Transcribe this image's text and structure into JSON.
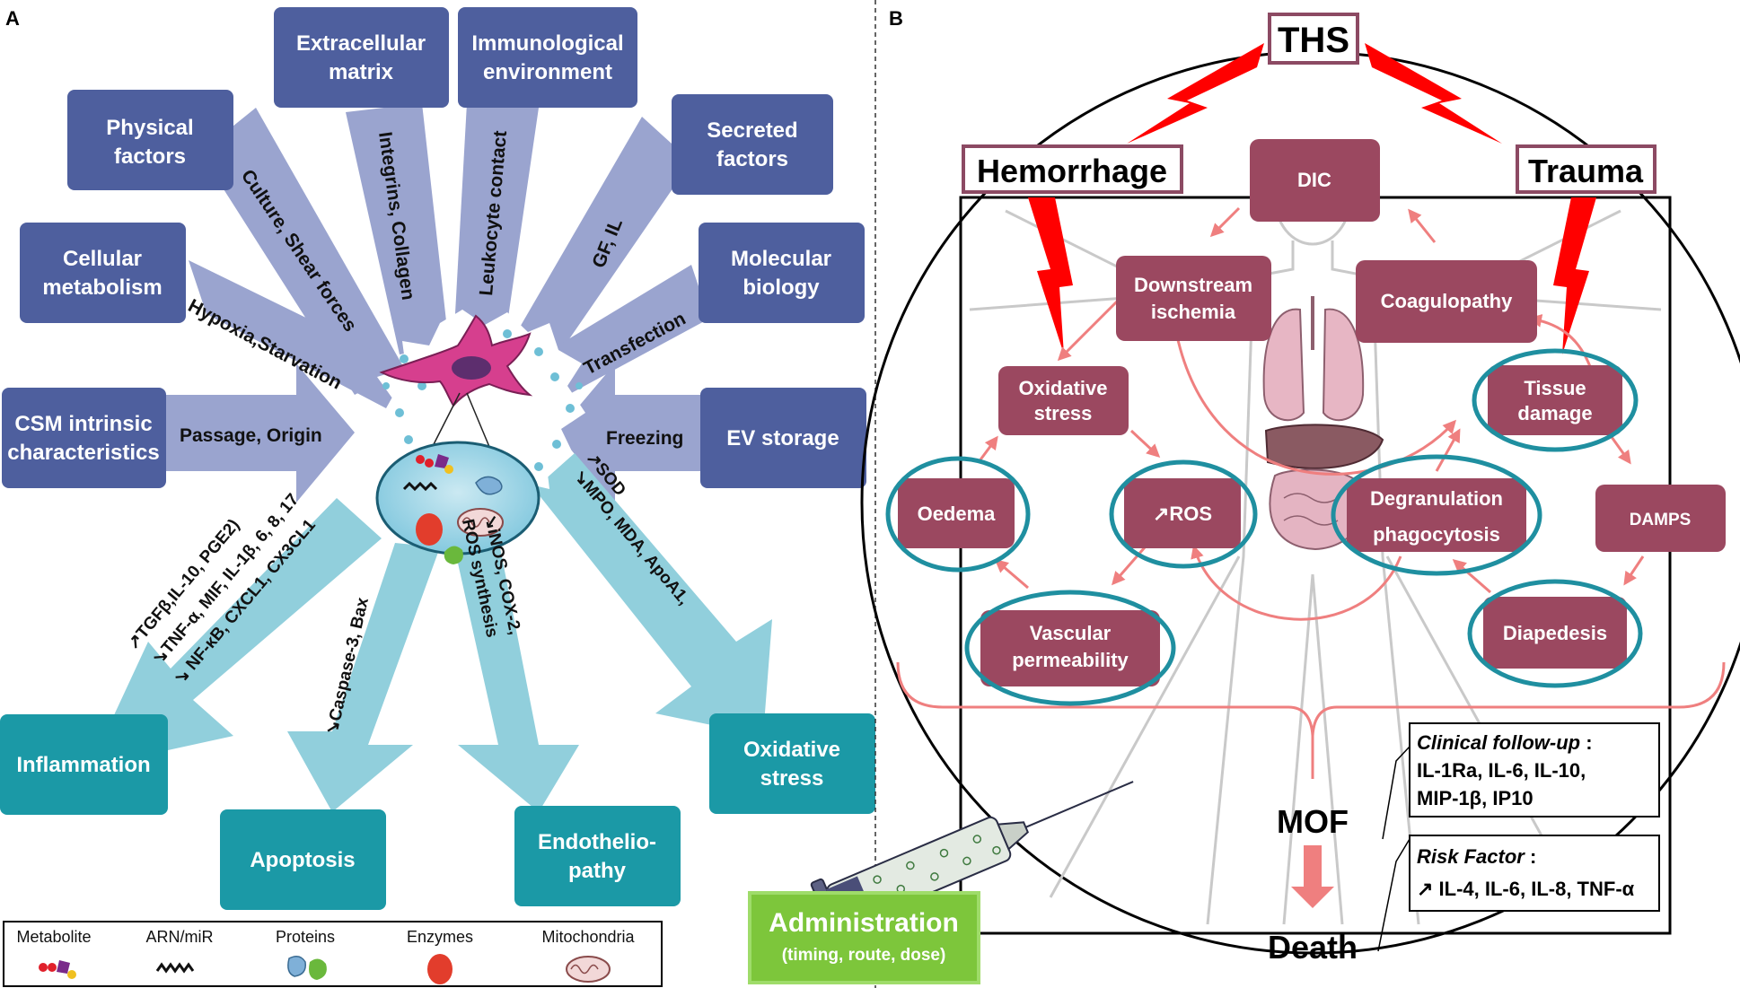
{
  "panel_a": {
    "letter": "A",
    "sources": {
      "physical": [
        "Physical",
        "factors"
      ],
      "ecm": [
        "Extracellular",
        "matrix"
      ],
      "immuno": [
        "Immunological",
        "environment"
      ],
      "secreted": [
        "Secreted",
        "factors"
      ],
      "metab": [
        "Cellular",
        "metabolism"
      ],
      "molbio": [
        "Molecular",
        "biology"
      ],
      "csm": [
        "CSM intrinsic",
        "characteristics"
      ],
      "ev": "EV storage"
    },
    "arrow_labels": {
      "culture": "Culture, Shear forces",
      "integrins": "Integrins, Collagen",
      "leukocyte": "Leukocyte contact",
      "gf": "GF, IL",
      "hypoxia": "Hypoxia,Starvation",
      "transfection": "Transfection",
      "passage": "Passage, Origin",
      "freezing": "Freezing"
    },
    "outcomes": {
      "inflammation": "Inflammation",
      "apoptosis": "Apoptosis",
      "endo": [
        "Endothelio-",
        "pathy"
      ],
      "oxidative": [
        "Oxidative",
        "stress"
      ]
    },
    "effect_labels": {
      "inflam": [
        "↗TGFβ,IL-10, PGE2)",
        "↘TNF-α, MIF, IL-1β, 6, 8, 17",
        "↘ NF-κB, CXCL1, CX3CL1"
      ],
      "apop": "↘Caspase-3, Bax",
      "endo": [
        "↘iNOS, COX-2,",
        "ROS synthesis"
      ],
      "oxid": [
        "↘MPO, MDA, ApoA1,",
        "↗SOD"
      ]
    },
    "legend": [
      "Metabolite",
      "ARN/miR",
      "Proteins",
      "Enzymes",
      "Mitochondria"
    ]
  },
  "panel_b": {
    "letter": "B",
    "ths": "THS",
    "hemorrhage": "Hemorrhage",
    "trauma": "Trauma",
    "nodes": {
      "dic": "DIC",
      "downstream": [
        "Downstream",
        "ischemia"
      ],
      "coagulopathy": "Coagulopathy",
      "oxidative": [
        "Oxidative",
        "stress"
      ],
      "tissue": [
        "Tissue",
        "damage"
      ],
      "oedema": "Oedema",
      "ros": "↗ROS",
      "degranulation": [
        "Degranulation",
        "phagocytosis"
      ],
      "damps": "DAMPS",
      "vascular": [
        "Vascular",
        "permeability"
      ],
      "diapedesis": "Diapedesis"
    },
    "mof": "MOF",
    "death": "Death",
    "clinical": {
      "title": "Clinical follow-up",
      "colon": " :",
      "lines": [
        "IL-1Ra, IL-6, IL-10,",
        "MIP-1β, IP10"
      ]
    },
    "risk": {
      "title": "Risk Factor",
      "colon": " :",
      "line": "↗ IL-4, IL-6, IL-8, TNF-α"
    }
  },
  "administration": {
    "title": "Administration",
    "subtitle": "(timing, route, dose)"
  },
  "colors": {
    "source_box": "#4e5f9e",
    "arrow_in": "#9aa4cf",
    "outcome_box": "#1b99a6",
    "arrow_out": "#91cfdc",
    "node": "#9b4860",
    "ring": "#1f8fa0",
    "flow_arrow": "#ef7f7f",
    "lightning": "#ff0000",
    "admin": "#7dc63b"
  }
}
